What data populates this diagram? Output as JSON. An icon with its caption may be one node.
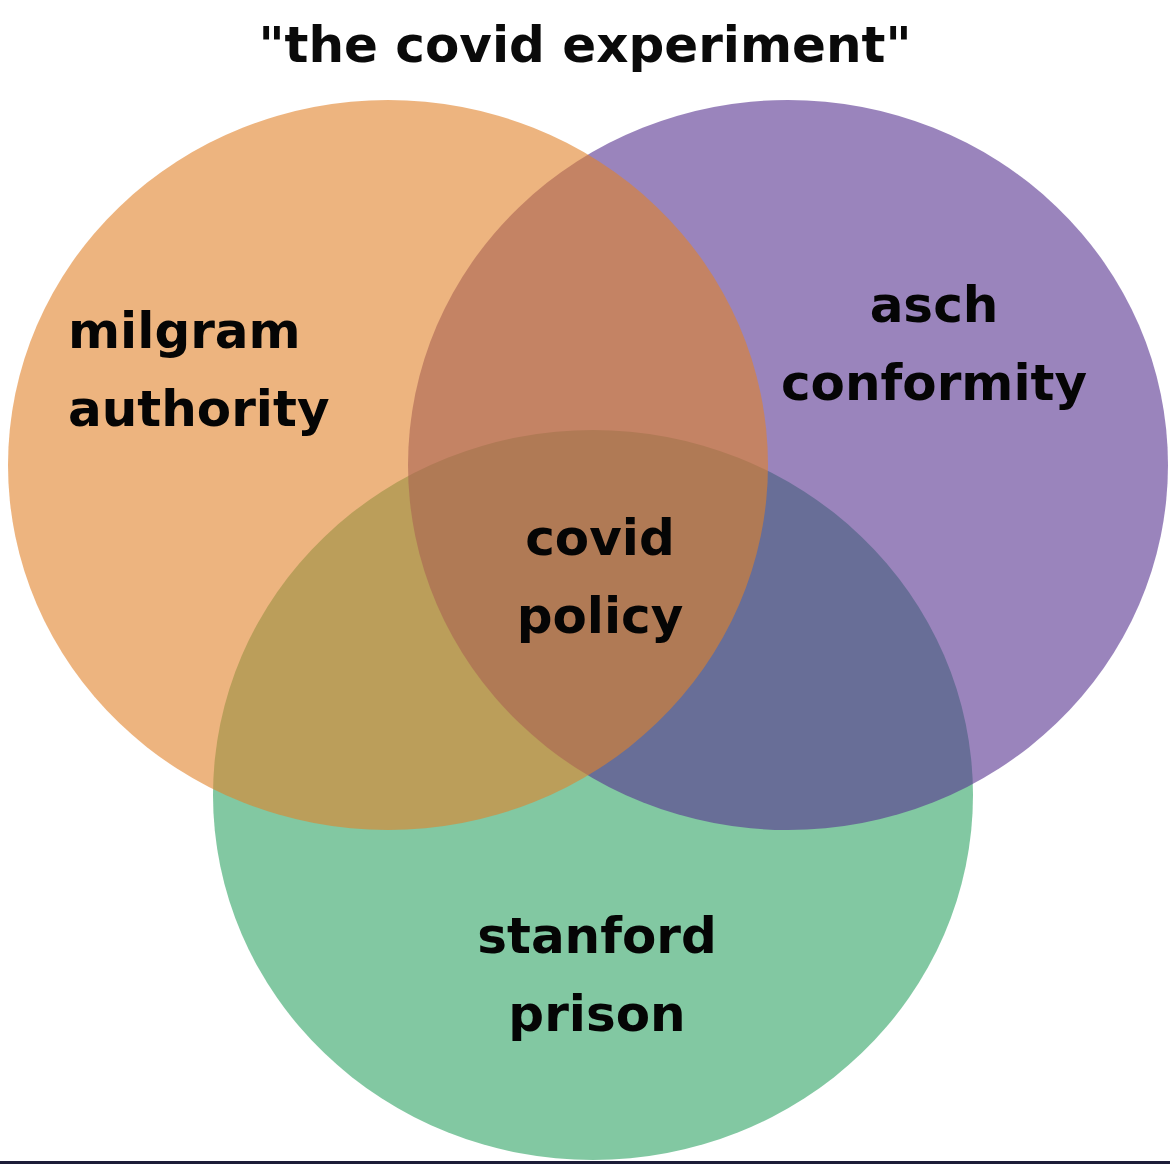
{
  "diagram": {
    "title": "\"the covid experiment\"",
    "nodes": [
      {
        "text": [
          "milgram authority"
        ]
      },
      {
        "text": [
          "asch conformity"
        ]
      },
      {
        "text": [
          "stanford prison"
        ]
      }
    ],
    "labels": [
      "covid policy"
    ]
  }
}
